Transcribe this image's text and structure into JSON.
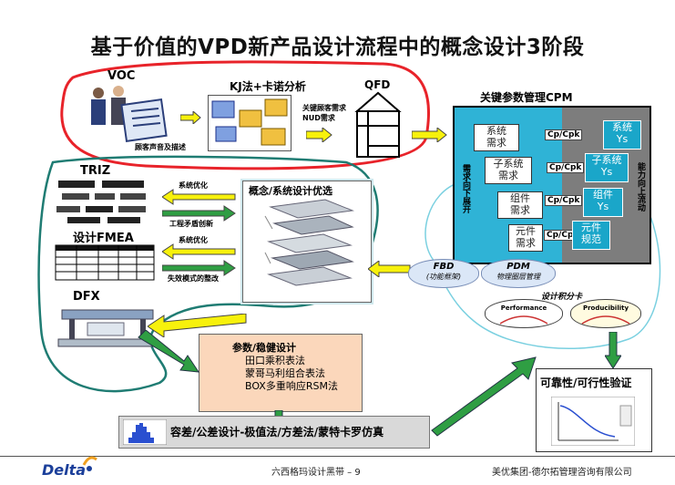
{
  "title": "基于价值的VPD新产品设计流程中的概念设计3阶段",
  "voc": {
    "label": "VOC",
    "caption": "顾客声音及描述"
  },
  "kj": {
    "label": "KJ法+卡诺分析",
    "needs": [
      "关键顾客需求",
      "NUD需求"
    ]
  },
  "qfd": {
    "label": "QFD"
  },
  "cpm": {
    "label": "关键参数管理CPM",
    "left_band": "需求向下展开",
    "right_band": "能力向上流动",
    "rows": [
      {
        "req": "系统\n需求",
        "cp": "Cp/Cpk",
        "ys": "系统\nYs"
      },
      {
        "req": "子系统\n需求",
        "cp": "Cp/Cpk",
        "ys": "子系统\nYs"
      },
      {
        "req": "组件\n需求",
        "cp": "Cp/Cpk",
        "ys": "组件\nYs"
      },
      {
        "req": "元件\n需求",
        "cp": "Cp/Cpk",
        "ys": "元件\n规范"
      }
    ]
  },
  "triz": {
    "label": "TRIZ",
    "arrow_top": "系统优化",
    "arrow_bottom": "工程矛盾创新"
  },
  "fmea": {
    "label": "设计FMEA",
    "arrow_top": "系统优化",
    "arrow_bottom": "失效模式的整改"
  },
  "concept": {
    "label": "概念/系统设计优选"
  },
  "fbd": {
    "label": "FBD",
    "sub": "(功能框架)"
  },
  "pdm": {
    "label": "PDM",
    "sub": "物理圈层管理"
  },
  "scorecard": {
    "label": "设计积分卡",
    "performance": "Performance",
    "producibility": "Producibility"
  },
  "dfx": {
    "label": "DFX"
  },
  "robust": {
    "title": "参数/稳健设计",
    "lines": [
      "田口乘积表法",
      "蒙哥马利组合表法",
      "BOX多重响应RSM法"
    ]
  },
  "tolerance": {
    "label": "容差/公差设计-极值法/方差法/蒙特卡罗仿真"
  },
  "reliability": {
    "label": "可靠性/可行性验证"
  },
  "footer": {
    "logo": "Delta",
    "center": "六西格玛设计黑带 – 9",
    "right": "美优集团-德尔拓管理咨询有限公司"
  },
  "colors": {
    "red_outline": "#e8232a",
    "teal_outline": "#1f7c73",
    "cpm_blue": "#2fb3d6",
    "arrow_yellow": "#f7f10c",
    "arrow_green": "#2f9e43",
    "orange": "#fbd7bb"
  }
}
